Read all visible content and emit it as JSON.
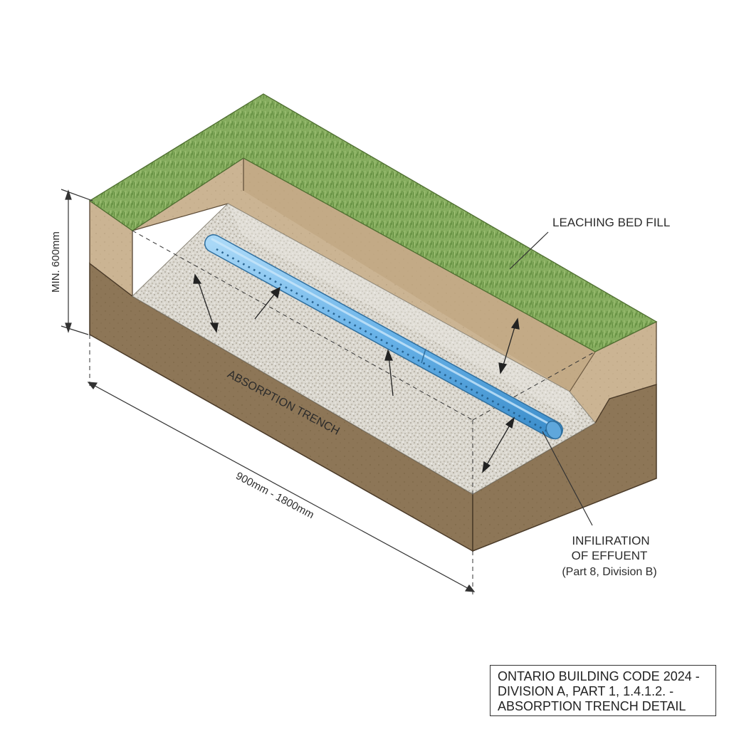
{
  "labels": {
    "leaching_bed_fill": "LEACHING BED FILL",
    "absorption_trench": "ABSORPTION TRENCH",
    "min_depth": "MIN. 600mm",
    "width_range": "900mm - 1800mm",
    "infiltration_line1": "INFILIRATION",
    "infiltration_line2": "OF EFFUENT",
    "infiltration_line3": "(Part 8, Division B)"
  },
  "title_block": {
    "line1": "ONTARIO BUILDING CODE 2024 -",
    "line2": "DIVISION A, PART 1, 1.4.1.2. -",
    "line3": "ABSORPTION TRENCH DETAIL"
  },
  "colors": {
    "grass": "#7fa65a",
    "topsoil": "#cdb696",
    "subsoil": "#8c7556",
    "gravel": "#d9d6ce",
    "pipe": "#6fb6ea"
  }
}
